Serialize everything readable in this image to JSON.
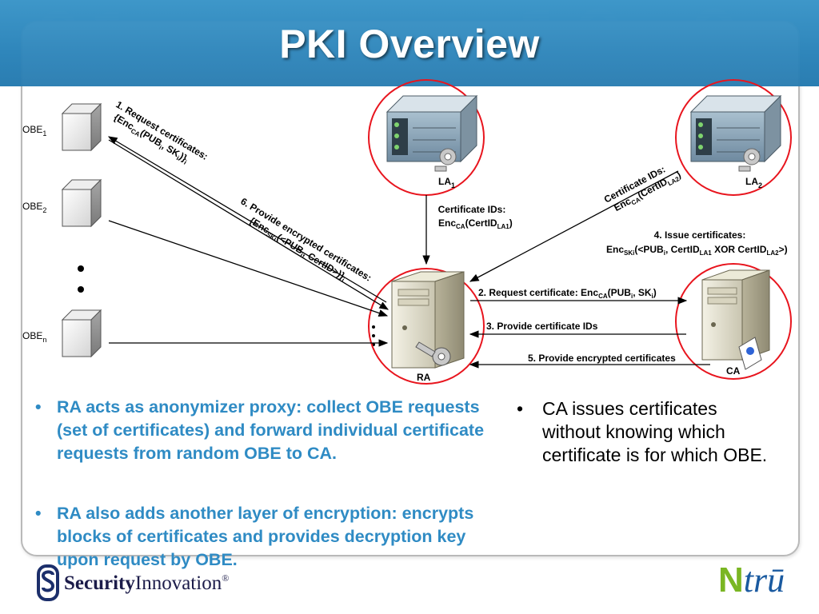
{
  "title": "PKI Overview",
  "colors": {
    "header": "#2f86bb",
    "bullet_text": "#2f8bc4",
    "circle": "#e8151e",
    "ntru_green": "#7ab623",
    "ntru_blue": "#1a5aa0"
  },
  "nodes": {
    "obe1": {
      "base": "OBE",
      "sub": "1"
    },
    "obe2": {
      "base": "OBE",
      "sub": "2"
    },
    "oben": {
      "base": "OBE",
      "sub": "n"
    },
    "la1": {
      "base": "LA",
      "sub": "1"
    },
    "la2": {
      "base": "LA",
      "sub": "2"
    },
    "ra": "RA",
    "ca": "CA"
  },
  "arrows": {
    "a1": {
      "line1": "1. Request certificates:",
      "line2_pre": "{Enc",
      "line2_sub1": "CA",
      "line2_mid": "(PUB",
      "line2_sub2": "i",
      "line2_mid2": ", SK",
      "line2_sub3": "i",
      "line2_post": ")}",
      "line2_sub4": "i"
    },
    "a6": {
      "line1": "6. Provide encrypted certificates:",
      "line2_pre": "{Enc",
      "line2_sub1": "SKi",
      "line2_mid": "(<PUB",
      "line2_sub2": "i",
      "line2_post": ", CertID>)}",
      "line2_sub3": "i"
    },
    "la1_ids": {
      "line1": "Certificate IDs:",
      "line2_pre": "Enc",
      "line2_sub1": "CA",
      "line2_mid": "(CertID",
      "line2_sub2": "LA1",
      "line2_post": ")"
    },
    "la2_ids": {
      "line1": "Certificate IDs:",
      "line2_pre": "Enc",
      "line2_sub1": "CA",
      "line2_mid": "(CertID",
      "line2_sub2": "LA2",
      "line2_post": ")"
    },
    "a4": {
      "line1": "4. Issue certificates:",
      "line2_pre": "Enc",
      "line2_sub1": "SKi",
      "line2_mid": "(<PUB",
      "line2_sub2": "i",
      "line2_mid2": ", CertID",
      "line2_sub3": "LA1",
      "line2_mid3": " XOR CertID",
      "line2_sub4": "LA2",
      "line2_post": ">)"
    },
    "a2": {
      "pre": "2. Request certificate: Enc",
      "sub1": "CA",
      "mid": "(PUB",
      "sub2": "i",
      "mid2": ", SK",
      "sub3": "i",
      "post": ")"
    },
    "a3": "3. Provide certificate IDs",
    "a5": "5. Provide encrypted certificates"
  },
  "bullets_left": [
    "RA acts as anonymizer proxy: collect OBE requests (set of certificates) and forward individual certificate requests from random OBE to CA.",
    "RA also adds another layer of encryption: encrypts blocks of certificates and provides decryption key upon request by OBE."
  ],
  "bullets_right": [
    "CA issues certificates without knowing which certificate is for which OBE."
  ],
  "bullet_glyph": "•",
  "logos": {
    "security_innovation": {
      "bold": "Security",
      "regular": "Innovation",
      "mark": "®"
    },
    "ntru": {
      "n": "N",
      "rest": "trū"
    }
  }
}
